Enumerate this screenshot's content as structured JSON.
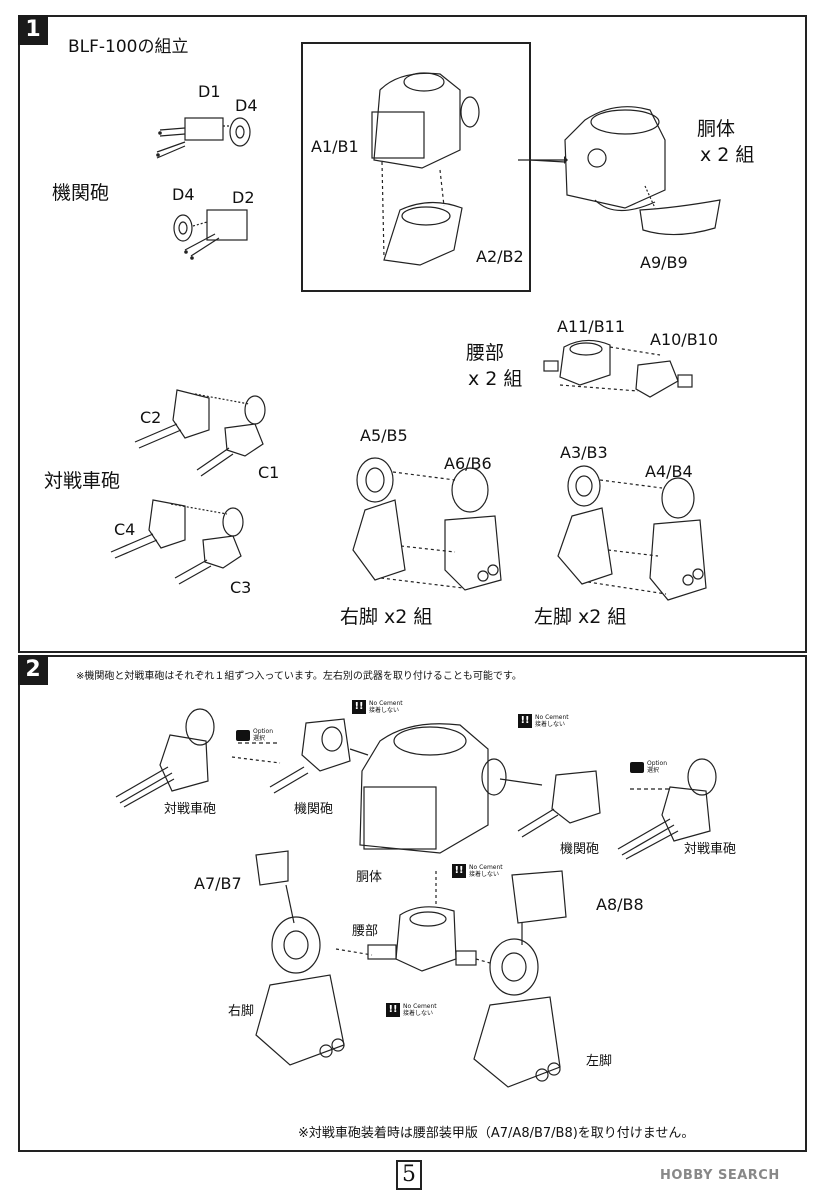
{
  "step1": {
    "number": "1",
    "title": "BLF-100の組立",
    "labels": {
      "d1": "D1",
      "d4a": "D4",
      "d4b": "D4",
      "d2": "D2",
      "machinegun": "機関砲",
      "a1b1": "A1/B1",
      "a2b2": "A2/B2",
      "torso": "胴体",
      "torso_qty": "x 2 組",
      "a9b9": "A9/B9",
      "waist": "腰部",
      "waist_qty": "x 2 組",
      "a11b11": "A11/B11",
      "a10b10": "A10/B10",
      "c2": "C2",
      "c1": "C1",
      "antitank": "対戦車砲",
      "c4": "C4",
      "c3": "C3",
      "a5b5": "A5/B5",
      "a6b6": "A6/B6",
      "a3b3": "A3/B3",
      "a4b4": "A4/B4",
      "right_leg": "右脚 x2 組",
      "left_leg": "左脚 x2 組"
    }
  },
  "step2": {
    "number": "2",
    "note": "※機関砲と対戦車砲はそれぞれ１組ずつ入っています。左右別の武器を取り付けることも可能です。",
    "labels": {
      "antitank_l": "対戦車砲",
      "machinegun_l": "機関砲",
      "machinegun_r": "機関砲",
      "antitank_r": "対戦車砲",
      "torso": "胴体",
      "waist": "腰部",
      "a7b7": "A7/B7",
      "a8b8": "A8/B8",
      "right_leg": "右脚",
      "left_leg": "左脚"
    },
    "no_cement_en": "No Cement",
    "no_cement_jp": "接着しない",
    "option_en": "Option",
    "option_jp": "選択",
    "footnote": "※対戦車砲装着時は腰部装甲版（A7/A8/B7/B8)を取り付けません。"
  },
  "page_number": "5",
  "watermark": "HOBBY SEARCH"
}
